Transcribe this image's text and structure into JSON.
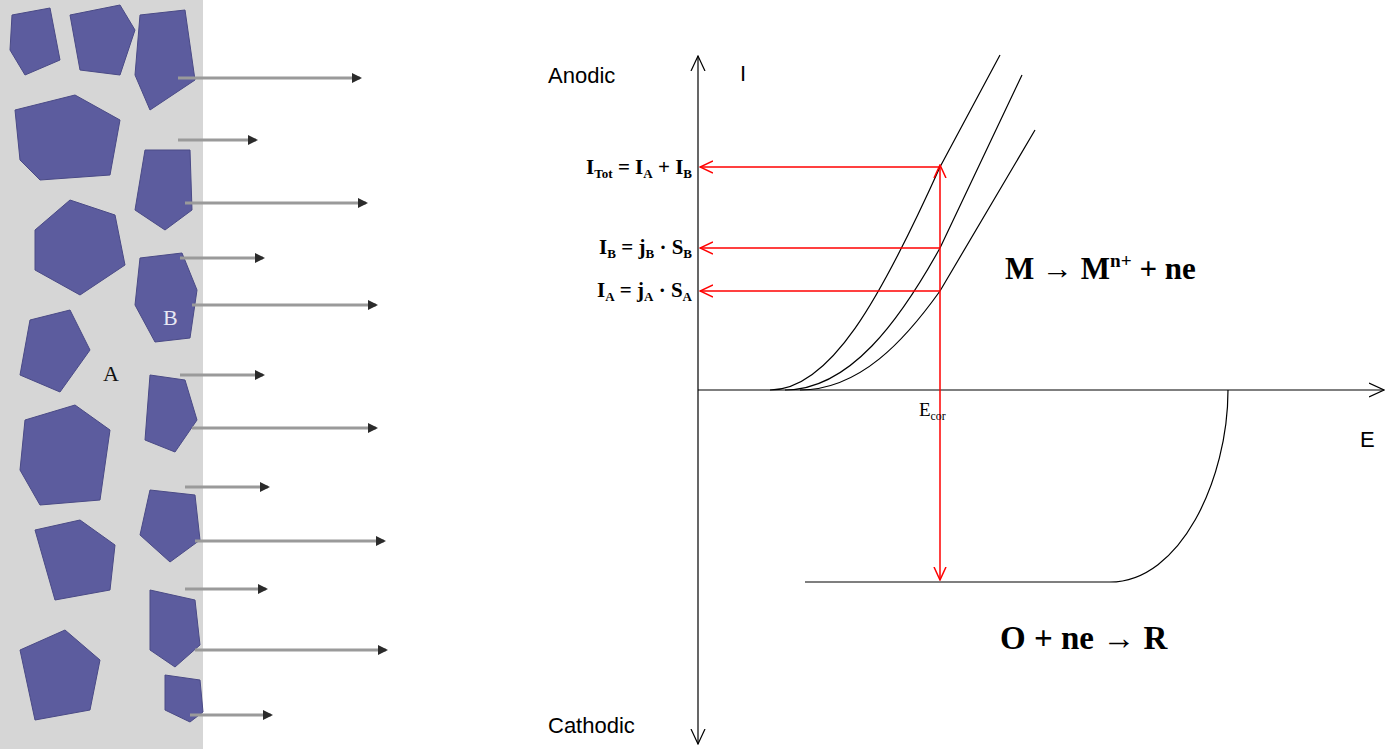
{
  "diagram": {
    "labels": [
      "Anodic",
      "I",
      "ITot = IA + IB",
      "IB = jB · SB",
      "IA = jA · SA",
      "M → Mn+ + ne",
      "Ecor",
      "E",
      "O + ne → R",
      "Cathodic",
      "A",
      "B"
    ]
  }
}
